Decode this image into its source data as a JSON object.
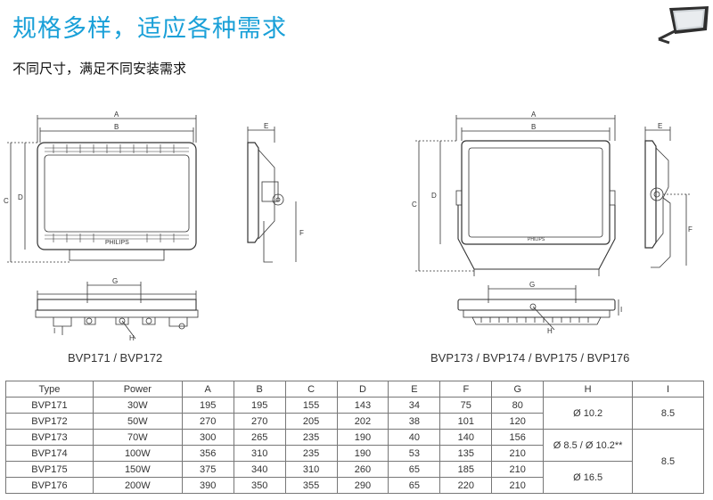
{
  "header": {
    "title": "规格多样，适应各种需求",
    "subtitle": "不同尺寸，满足不同安装需求"
  },
  "drawings": {
    "brand": "PHILIPS",
    "left_caption": "BVP171 / BVP172",
    "right_caption": "BVP173 / BVP174 / BVP175 / BVP176",
    "dim_labels": {
      "a": "A",
      "b": "B",
      "c": "C",
      "d": "D",
      "e": "E",
      "f": "F",
      "g": "G",
      "h": "H",
      "i": "I"
    }
  },
  "table": {
    "headers": [
      "Type",
      "Power",
      "A",
      "B",
      "C",
      "D",
      "E",
      "F",
      "G",
      "H",
      "I"
    ],
    "rows": [
      [
        "BVP171",
        "30W",
        "195",
        "195",
        "155",
        "143",
        "34",
        "75",
        "80"
      ],
      [
        "BVP172",
        "50W",
        "270",
        "270",
        "205",
        "202",
        "38",
        "101",
        "120"
      ],
      [
        "BVP173",
        "70W",
        "300",
        "265",
        "235",
        "190",
        "40",
        "140",
        "156"
      ],
      [
        "BVP174",
        "100W",
        "356",
        "310",
        "235",
        "190",
        "53",
        "135",
        "210"
      ],
      [
        "BVP175",
        "150W",
        "375",
        "340",
        "310",
        "260",
        "65",
        "185",
        "210"
      ],
      [
        "BVP176",
        "200W",
        "390",
        "350",
        "355",
        "290",
        "65",
        "220",
        "210"
      ]
    ],
    "h_values": [
      "Ø 10.2",
      "Ø 8.5 / Ø 10.2**",
      "Ø 16.5"
    ],
    "i_values": [
      "8.5",
      "8.5"
    ]
  }
}
